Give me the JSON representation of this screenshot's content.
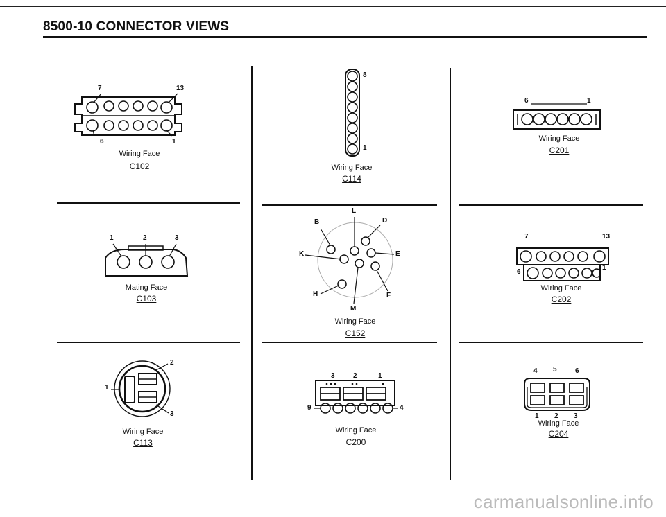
{
  "header": {
    "title": "8500-10  CONNECTOR VIEWS"
  },
  "connectors": [
    {
      "code": "C102",
      "caption": "Wiring Face",
      "pins": [
        "7",
        "13",
        "6",
        "1"
      ]
    },
    {
      "code": "C114",
      "caption": "Wiring Face",
      "pins": [
        "8",
        "1"
      ]
    },
    {
      "code": "C201",
      "caption": "Wiring Face",
      "pins": [
        "6",
        "1"
      ]
    },
    {
      "code": "C103",
      "caption": "Mating Face",
      "pins": [
        "1",
        "2",
        "3"
      ]
    },
    {
      "code": "C152",
      "caption": "Wiring Face",
      "pins": [
        "L",
        "B",
        "D",
        "K",
        "E",
        "H",
        "F",
        "M"
      ]
    },
    {
      "code": "C202",
      "caption": "Wiring Face",
      "pins": [
        "7",
        "13",
        "6",
        "1"
      ]
    },
    {
      "code": "C113",
      "caption": "Wiring Face",
      "pins": [
        "2",
        "1",
        "3"
      ]
    },
    {
      "code": "C200",
      "caption": "Wiring Face",
      "pins": [
        "3",
        "2",
        "1",
        "9",
        "4"
      ]
    },
    {
      "code": "C204",
      "caption": "Wiring Face",
      "pins": [
        "4",
        "5",
        "6",
        "1",
        "2",
        "3"
      ]
    }
  ],
  "watermark": "carmanualsonline.info"
}
